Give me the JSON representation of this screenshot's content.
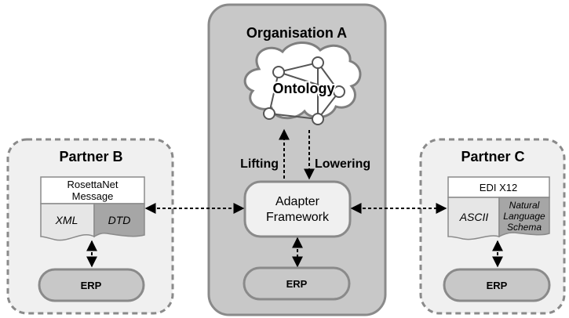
{
  "organisation_a": {
    "title": "Organisation A",
    "ontology_label": "Ontology",
    "lifting_label": "Lifting",
    "lowering_label": "Lowering",
    "adapter_line1": "Adapter",
    "adapter_line2": "Framework",
    "erp_label": "ERP"
  },
  "partner_b": {
    "title": "Partner B",
    "message_line1": "RosettaNet",
    "message_line2": "Message",
    "format_label": "XML",
    "schema_label": "DTD",
    "erp_label": "ERP"
  },
  "partner_c": {
    "title": "Partner C",
    "message_label": "EDI X12",
    "format_label": "ASCII",
    "schema_line1": "Natural",
    "schema_line2": "Language",
    "schema_line3": "Schema",
    "erp_label": "ERP"
  },
  "colors": {
    "org_fill": "#c8c8c8",
    "partner_fill": "#f0f0f0",
    "dark_fill": "#a6a6a6",
    "light_fill": "#e6e6e6",
    "border": "#8a8a8a"
  }
}
